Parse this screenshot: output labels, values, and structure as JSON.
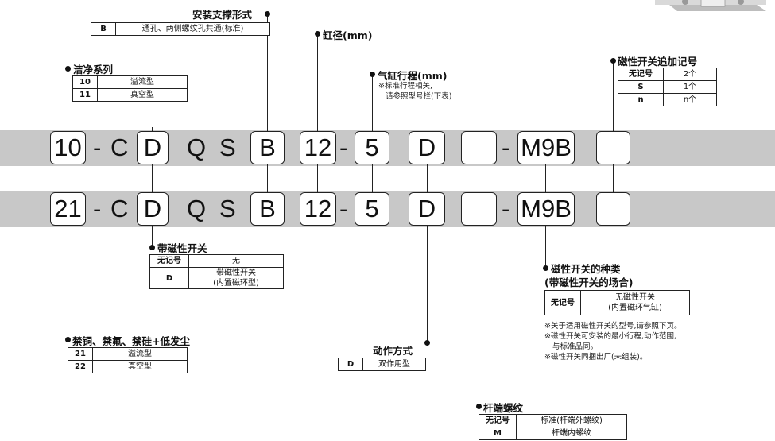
{
  "row1": {
    "c1": "10",
    "dash1": "-",
    "c2": "C",
    "c3": "D",
    "c4": "Q",
    "c5": "S",
    "c6": "B",
    "c7": "12",
    "dash2": "-",
    "c8": "5",
    "c9": "D",
    "c10": "",
    "dash3": "-",
    "c11": "M9B",
    "c12": ""
  },
  "row2": {
    "c1": "21",
    "dash1": "-",
    "c2": "C",
    "c3": "D",
    "c4": "Q",
    "c5": "S",
    "c6": "B",
    "c7": "12",
    "dash2": "-",
    "c8": "5",
    "c9": "D",
    "c10": "",
    "dash3": "-",
    "c11": "M9B",
    "c12": ""
  },
  "mount": {
    "title": "安装支撑形式",
    "rows": [
      {
        "key": "B",
        "val": "通孔、两侧螺纹孔共通(标准)"
      }
    ]
  },
  "bore": {
    "title": "缸径(mm)"
  },
  "clean": {
    "title": "洁净系列",
    "rows": [
      {
        "key": "10",
        "val": "溢流型"
      },
      {
        "key": "11",
        "val": "真空型"
      }
    ]
  },
  "stroke": {
    "title": "气缸行程(mm)",
    "note1": "※标准行程相关,",
    "note2": "请参照型号栏(下表)"
  },
  "suffix": {
    "title": "磁性开关追加记号",
    "rows": [
      {
        "key": "无记号",
        "val": "2个"
      },
      {
        "key": "S",
        "val": "1个"
      },
      {
        "key": "n",
        "val": "n个"
      }
    ]
  },
  "magnet": {
    "title": "带磁性开关",
    "rows": [
      {
        "key": "无记号",
        "val": "无"
      },
      {
        "key": "D",
        "val1": "带磁性开关",
        "val2": "(内置磁环型)"
      }
    ]
  },
  "switchType": {
    "title1": "磁性开关的种类",
    "title2": "(带磁性开关的场合)",
    "key": "无记号",
    "val1": "无磁性开关",
    "val2": "(内置磁环气缸)",
    "notes": [
      "※关于适用磁性开关的型号,请参照下页。",
      "※磁性开关可安装的最小行程,动作范围,",
      "与标准品同。",
      "※磁性开关同捆出厂(未组装)。"
    ]
  },
  "copper": {
    "title": "禁铜、禁氟、禁硅+低发尘",
    "rows": [
      {
        "key": "21",
        "val": "溢流型"
      },
      {
        "key": "22",
        "val": "真空型"
      }
    ]
  },
  "action": {
    "title": "动作方式",
    "rows": [
      {
        "key": "D",
        "val": "双作用型"
      }
    ]
  },
  "rod": {
    "title": "杆端螺纹",
    "rows": [
      {
        "key": "无记号",
        "val": "标准(杆端外螺纹)"
      },
      {
        "key": "M",
        "val": "杆端内螺纹"
      }
    ]
  }
}
